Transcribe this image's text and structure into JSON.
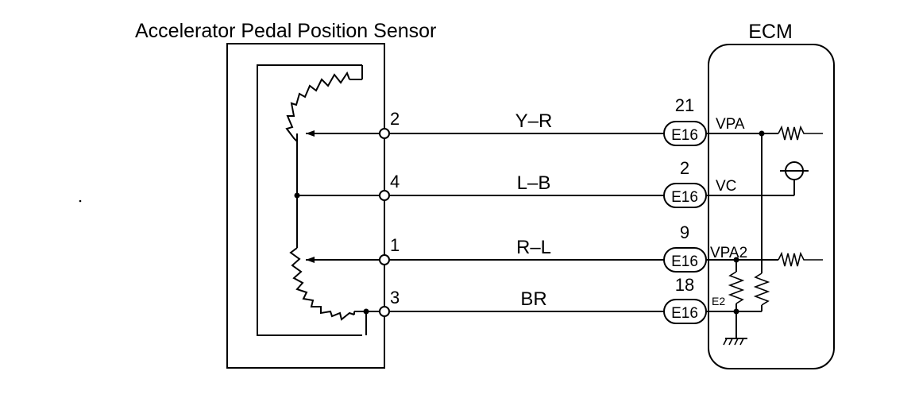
{
  "diagram": {
    "sensor": {
      "title": "Accelerator Pedal Position Sensor"
    },
    "ecm": {
      "title": "ECM"
    },
    "wires": [
      {
        "sensor_pin": "2",
        "color": "Y–R",
        "ecm_pin": "21",
        "connector": "E16",
        "signal": "VPA"
      },
      {
        "sensor_pin": "4",
        "color": "L–B",
        "ecm_pin": "2",
        "connector": "E16",
        "signal": "VC"
      },
      {
        "sensor_pin": "1",
        "color": "R–L",
        "ecm_pin": "9",
        "connector": "E16",
        "signal": "VPA2"
      },
      {
        "sensor_pin": "3",
        "color": "BR",
        "ecm_pin": "18",
        "connector": "E16",
        "signal": "E2"
      }
    ]
  }
}
